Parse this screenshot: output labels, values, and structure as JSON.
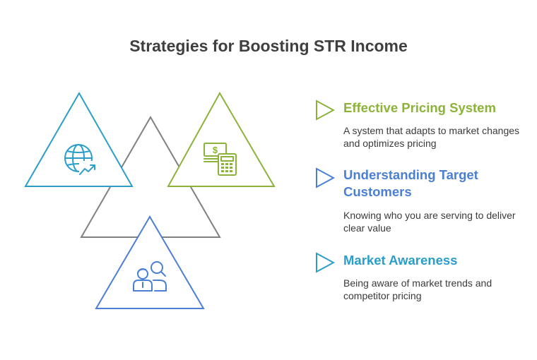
{
  "title": "Strategies for Boosting STR Income",
  "colors": {
    "green": "#8bb33a",
    "blue": "#4a7fd4",
    "teal": "#2a9ec9",
    "gray": "#808080",
    "title": "#3f3f3f",
    "text": "#3a3a3a"
  },
  "items": [
    {
      "heading": "Effective Pricing System",
      "description": "A system that adapts to market changes and optimizes pricing",
      "icon": "money-calculator-icon"
    },
    {
      "heading": "Understanding Target Customers",
      "description": "Knowing who you are serving to deliver clear value",
      "icon": "people-search-icon"
    },
    {
      "heading": "Market Awareness",
      "description": "Being aware of market trends and competitor pricing",
      "icon": "globe-chart-icon"
    }
  ]
}
